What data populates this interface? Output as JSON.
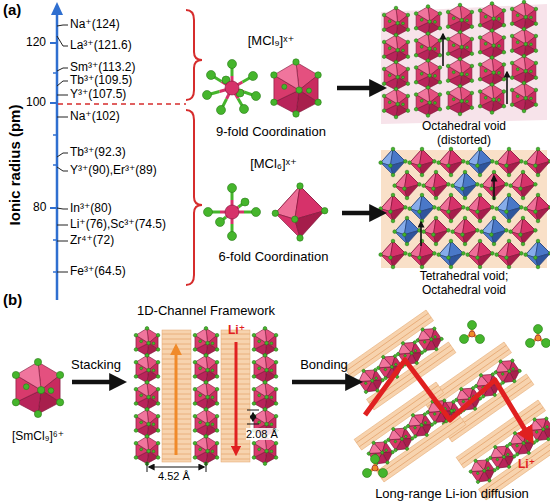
{
  "diagram": {
    "nodes": [
      {
        "text": [
          "[MCl₉]ˣ⁺",
          "9-fold Coordination"
        ]
      },
      {
        "text": [
          "Octahedral void (distorted)"
        ]
      },
      {
        "text": [
          "[MCl₆]ˣ⁺",
          "6-fold Coordination"
        ]
      },
      {
        "text": [
          "Tetrahedral void; Octahedral void"
        ]
      },
      {
        "text": [
          "[SmCl₉]⁶⁺"
        ]
      },
      {
        "text": [
          "1D-Channel Framework"
        ]
      },
      {
        "text": [
          "Long-range Li-ion diffusion"
        ]
      }
    ],
    "edges": [
      {
        "from": 0,
        "to": 1,
        "arrow": "to"
      },
      {
        "from": 2,
        "to": 3,
        "arrow": "to"
      },
      {
        "from": 4,
        "to": 5,
        "label": "Stacking",
        "arrow": "to"
      },
      {
        "from": 5,
        "to": 6,
        "label": "Bonding",
        "arrow": "to"
      }
    ],
    "labels": [
      "(a)",
      "120",
      "100",
      "80",
      "Ionic radius (pm)",
      "Na⁺(124)",
      "La³⁺(121.6)",
      "Sm³⁺(113.2)",
      "Tb³⁺(109.5)",
      "Y³⁺(107.5)",
      "Na⁺(102)",
      "Tb³⁺(92.3)",
      "Y³⁺(90),Er³⁺(89)",
      "In³⁺(80)",
      "Li⁺(76),Sc³⁺(74.5)",
      "Zr⁴⁺(72)",
      "Fe³⁺(64.5)",
      "(b)",
      "Li⁺",
      "2.08 Å",
      "4.52 Å",
      "Li⁺"
    ]
  }
}
